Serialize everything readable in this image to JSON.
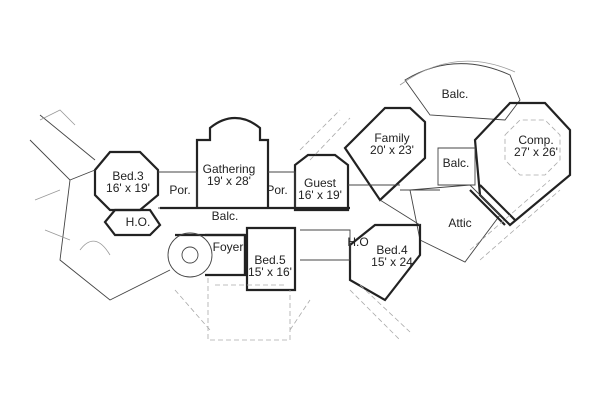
{
  "rooms": [
    {
      "name": "Balc.",
      "size": ""
    },
    {
      "name": "Family",
      "size": "20' x 23'"
    },
    {
      "name": "Comp.",
      "size": "27' x 26'"
    },
    {
      "name": "Balc.",
      "size": ""
    },
    {
      "name": "Gathering",
      "size": "19' x 28'"
    },
    {
      "name": "Bed.3",
      "size": "16' x 19'"
    },
    {
      "name": "Por.",
      "size": ""
    },
    {
      "name": "Por.",
      "size": ""
    },
    {
      "name": "Guest",
      "size": "16' x 19'"
    },
    {
      "name": "H.O.",
      "size": ""
    },
    {
      "name": "Balc.",
      "size": ""
    },
    {
      "name": "Foyer",
      "size": ""
    },
    {
      "name": "Bed.5",
      "size": "15' x 16'"
    },
    {
      "name": "H.O",
      "size": ""
    },
    {
      "name": "Bed.4",
      "size": "15' x 24"
    },
    {
      "name": "Attic",
      "size": ""
    }
  ],
  "colors": {
    "walls": "#222222",
    "lines": "#999999"
  }
}
